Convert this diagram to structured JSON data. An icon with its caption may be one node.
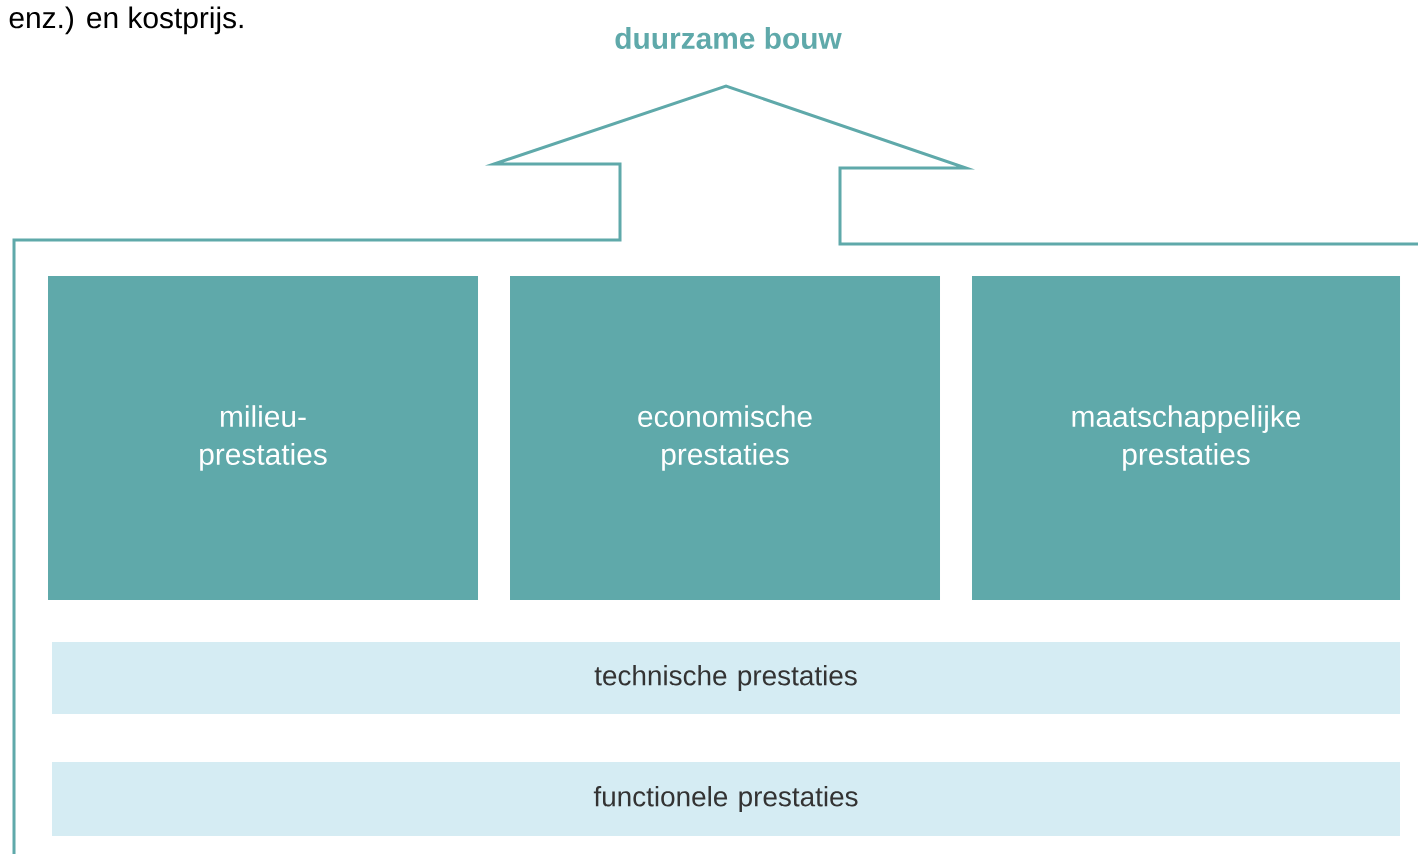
{
  "diagram": {
    "nodes": [
      {
        "text": [
          "duurzame bouw"
        ]
      },
      {
        "text": [
          "milieu- prestaties"
        ],
        "in": 0
      },
      {
        "text": [
          "economische prestaties"
        ],
        "in": 0
      },
      {
        "text": [
          "maatschappelijke prestaties"
        ],
        "in": 0
      },
      {
        "text": [
          "technische prestaties"
        ],
        "in": 0
      },
      {
        "text": [
          "functionele prestaties"
        ],
        "in": 0
      }
    ],
    "labels": [
      "enz.) en kostprijs."
    ]
  }
}
